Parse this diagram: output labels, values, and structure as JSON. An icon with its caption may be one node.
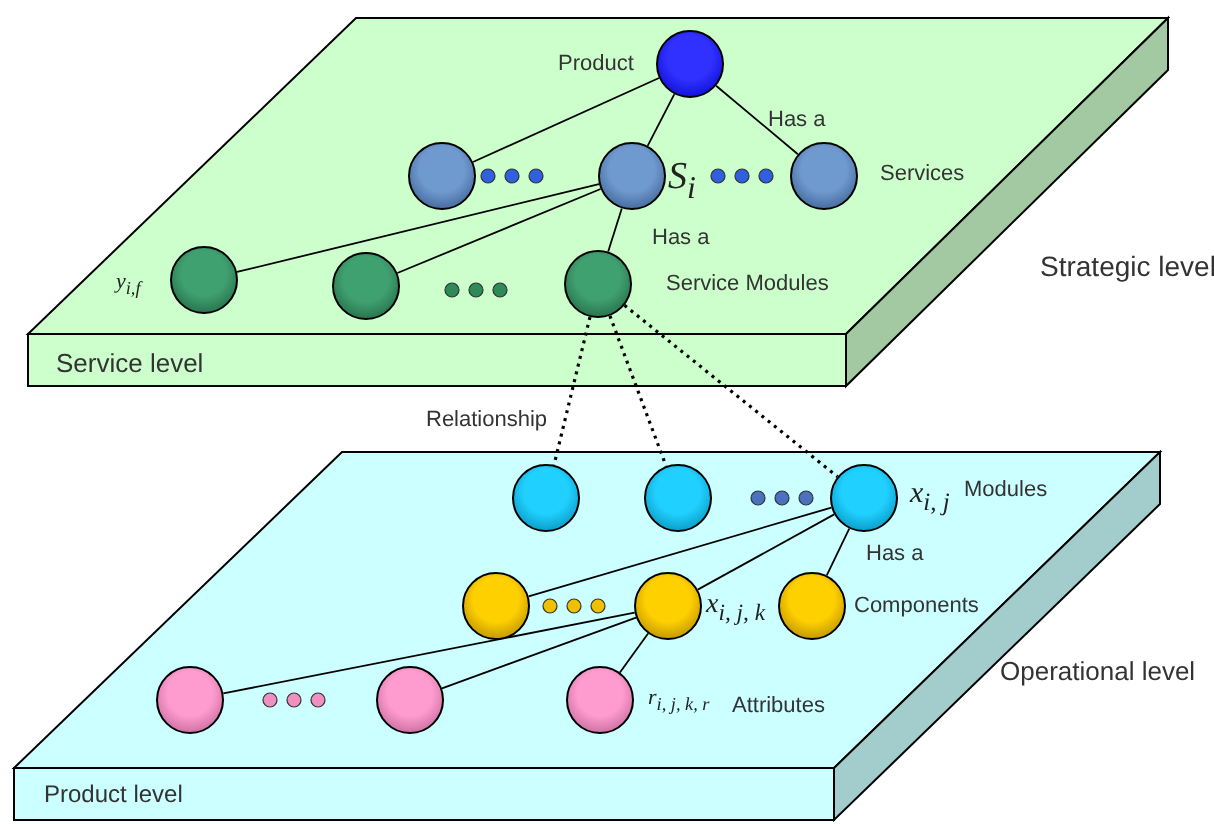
{
  "diagram": {
    "nodes": [
      {
        "text": [
          "Service level"
        ],
        "beside": [
          "Strategic level"
        ]
      },
      {
        "text": [],
        "shape": "circle",
        "in": 0,
        "beside": [
          "Product"
        ]
      },
      {
        "text": [],
        "shape": "circle",
        "in": 0
      },
      {
        "text": [],
        "shape": "circle",
        "in": 0,
        "beside": [
          "S$_{i}$"
        ]
      },
      {
        "text": [],
        "shape": "circle",
        "in": 0,
        "beside": [
          "Services"
        ]
      },
      {
        "text": [],
        "shape": "circle",
        "in": 0,
        "beside": [
          "y$_{i,f}$"
        ]
      },
      {
        "text": [],
        "shape": "circle",
        "in": 0
      },
      {
        "text": [],
        "shape": "circle",
        "in": 0,
        "beside": [
          "Service Modules"
        ]
      },
      {
        "text": [
          "Product level"
        ],
        "beside": [
          "Operational level"
        ]
      },
      {
        "text": [],
        "shape": "circle",
        "in": 8
      },
      {
        "text": [],
        "shape": "circle",
        "in": 8
      },
      {
        "text": [],
        "shape": "circle",
        "in": 8,
        "beside": [
          "x$_{i, j}$",
          "Modules"
        ]
      },
      {
        "text": [],
        "shape": "circle",
        "in": 8
      },
      {
        "text": [],
        "shape": "circle",
        "in": 8,
        "beside": [
          "x$_{i, j, k}$"
        ]
      },
      {
        "text": [],
        "shape": "circle",
        "in": 8,
        "beside": [
          "Components"
        ]
      },
      {
        "text": [],
        "shape": "circle",
        "in": 8
      },
      {
        "text": [],
        "shape": "circle",
        "in": 8
      },
      {
        "text": [],
        "shape": "circle",
        "in": 8,
        "beside": [
          "r$_{i, j, k, r}$",
          "Attributes"
        ]
      }
    ],
    "edges": [
      {
        "from": 1,
        "to": 2,
        "arrow": "none"
      },
      {
        "from": 1,
        "to": 3,
        "arrow": "none"
      },
      {
        "from": 1,
        "to": 4,
        "arrow": "none",
        "label": "Has a"
      },
      {
        "from": 3,
        "to": 5,
        "arrow": "none"
      },
      {
        "from": 3,
        "to": 6,
        "arrow": "none"
      },
      {
        "from": 3,
        "to": 7,
        "arrow": "none",
        "label": "Has a"
      },
      {
        "from": 7,
        "to": 9,
        "arrow": "none",
        "style": "dashed",
        "label": "Relationship"
      },
      {
        "from": 7,
        "to": 10,
        "arrow": "none",
        "style": "dashed"
      },
      {
        "from": 7,
        "to": 11,
        "arrow": "none",
        "style": "dashed"
      },
      {
        "from": 11,
        "to": 12,
        "arrow": "none"
      },
      {
        "from": 11,
        "to": 13,
        "arrow": "none"
      },
      {
        "from": 11,
        "to": 14,
        "arrow": "none",
        "label": "Has a"
      },
      {
        "from": 13,
        "to": 15,
        "arrow": "none"
      },
      {
        "from": 13,
        "to": 16,
        "arrow": "none"
      },
      {
        "from": 13,
        "to": 17,
        "arrow": "none"
      }
    ]
  }
}
